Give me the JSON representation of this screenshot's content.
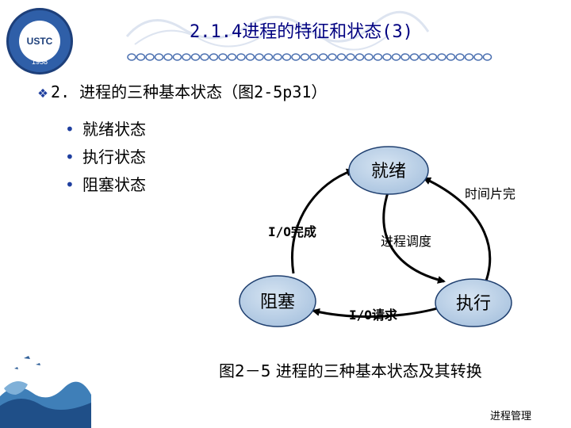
{
  "slide": {
    "title": "2.1.4进程的特征和状态(3)",
    "logo_text": "USTC",
    "logo_year": "1958",
    "heading": "2. 进程的三种基本状态（图2-5p31）",
    "list_items": [
      "就绪状态",
      "执行状态",
      "阻塞状态"
    ],
    "caption": "图2－5 进程的三种基本状态及其转换",
    "footer": "进程管理"
  },
  "diagram": {
    "nodes": [
      {
        "id": "ready",
        "label": "就绪"
      },
      {
        "id": "blocked",
        "label": "阻塞"
      },
      {
        "id": "running",
        "label": "执行"
      }
    ],
    "edges": [
      {
        "from": "running",
        "to": "ready",
        "label": "时间片完"
      },
      {
        "from": "ready",
        "to": "running",
        "label": "进程调度"
      },
      {
        "from": "blocked",
        "to": "ready",
        "label": "I/O完成"
      },
      {
        "from": "running",
        "to": "blocked",
        "label": "I/O请求"
      }
    ]
  },
  "colors": {
    "title": "#000080",
    "node_fill": "#a9c3df",
    "node_stroke": "#1f3f6f",
    "bullet": "#1f3f9f"
  }
}
